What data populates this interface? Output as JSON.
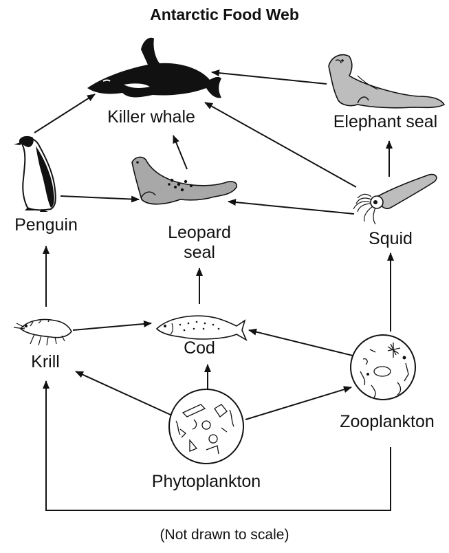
{
  "title": "Antarctic Food Web",
  "footnote": "(Not drawn to scale)",
  "organisms": {
    "killer_whale": "Killer whale",
    "elephant_seal": "Elephant seal",
    "penguin": "Penguin",
    "leopard_seal_line1": "Leopard",
    "leopard_seal_line2": "seal",
    "squid": "Squid",
    "krill": "Krill",
    "cod": "Cod",
    "zooplankton": "Zooplankton",
    "phytoplankton": "Phytoplankton"
  },
  "feeding_links": [
    {
      "from": "Penguin",
      "to": "Killer whale"
    },
    {
      "from": "Elephant seal",
      "to": "Killer whale"
    },
    {
      "from": "Leopard seal",
      "to": "Killer whale"
    },
    {
      "from": "Squid",
      "to": "Killer whale"
    },
    {
      "from": "Penguin",
      "to": "Leopard seal"
    },
    {
      "from": "Squid",
      "to": "Leopard seal"
    },
    {
      "from": "Squid",
      "to": "Elephant seal"
    },
    {
      "from": "Krill",
      "to": "Penguin"
    },
    {
      "from": "Cod",
      "to": "Leopard seal"
    },
    {
      "from": "Zooplankton",
      "to": "Squid"
    },
    {
      "from": "Krill",
      "to": "Cod"
    },
    {
      "from": "Zooplankton",
      "to": "Cod"
    },
    {
      "from": "Phytoplankton",
      "to": "Krill"
    },
    {
      "from": "Phytoplankton",
      "to": "Cod"
    },
    {
      "from": "Phytoplankton",
      "to": "Zooplankton"
    },
    {
      "from": "Zooplankton",
      "to": "Krill"
    }
  ]
}
